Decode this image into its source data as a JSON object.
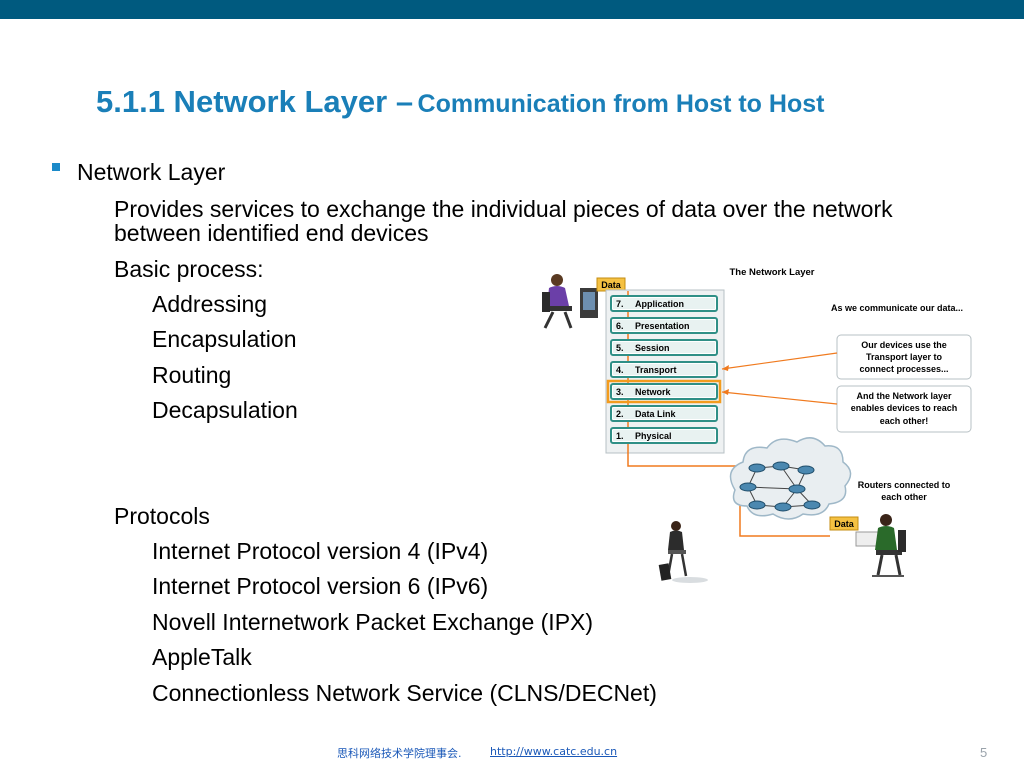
{
  "title": {
    "main": "5.1.1 Network Layer –",
    "sub": "Communication from Host to Host"
  },
  "content": {
    "heading": "Network Layer",
    "description": "Provides services to exchange the individual pieces of data over the network between identified end devices",
    "process_label": "Basic process:",
    "process_steps": [
      "Addressing",
      "Encapsulation",
      "Routing",
      "Decapsulation"
    ],
    "protocols_label": "Protocols",
    "protocols": [
      "Internet Protocol version 4 (IPv4)",
      "Internet Protocol version 6 (IPv6)",
      "Novell Internetwork Packet Exchange (IPX)",
      "AppleTalk",
      "Connectionless Network Service (CLNS/DECNet)"
    ]
  },
  "diagram": {
    "title": "The Network Layer",
    "data_tag": "Data",
    "layers": [
      {
        "num": "7.",
        "name": "Application"
      },
      {
        "num": "6.",
        "name": "Presentation"
      },
      {
        "num": "5.",
        "name": "Session"
      },
      {
        "num": "4.",
        "name": "Transport"
      },
      {
        "num": "3.",
        "name": "Network"
      },
      {
        "num": "2.",
        "name": "Data Link"
      },
      {
        "num": "1.",
        "name": "Physical"
      }
    ],
    "highlight_layer": "Network",
    "caption_top": "As we communicate our data...",
    "callout_transport": [
      "Our devices use the",
      "Transport layer to",
      "connect processes..."
    ],
    "callout_network": [
      "And the Network layer",
      "enables devices to reach",
      "each other!"
    ],
    "routers_label": [
      "Routers connected to",
      "each other"
    ],
    "data_tag_2": "Data",
    "colors": {
      "layer_fill": "#2f8f86",
      "layer_border": "#6a8a8d",
      "highlight": "#f39c1e",
      "arrow": "#f07a1e",
      "data_tag": "#f5c142"
    }
  },
  "footer": {
    "org": "思科网络技术学院理事会.",
    "link": "http://www.catc.edu.cn",
    "page": "5"
  }
}
